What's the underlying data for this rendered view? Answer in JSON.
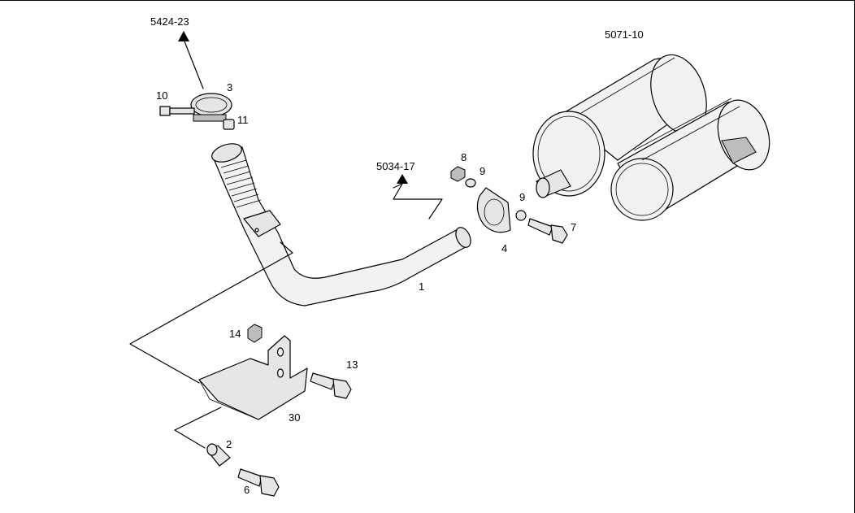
{
  "references": {
    "clamp_ref": "5424-23",
    "pipe_ref": "5034-17",
    "muffler_ref": "5071-10"
  },
  "parts": {
    "p1": "1",
    "p2": "2",
    "p3": "3",
    "p4": "4",
    "p6": "6",
    "p7": "7",
    "p8": "8",
    "p9a": "9",
    "p9b": "9",
    "p10": "10",
    "p11": "11",
    "p13": "13",
    "p14": "14",
    "p30": "30"
  }
}
